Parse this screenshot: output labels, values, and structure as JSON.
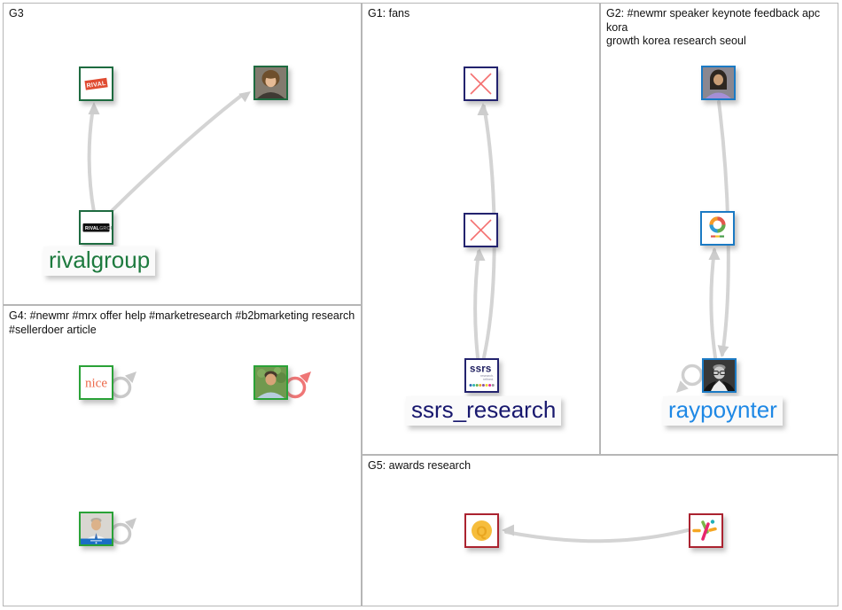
{
  "groups": {
    "g1": {
      "label": "G1: fans"
    },
    "g2": {
      "label": "G2: #newmr speaker keynote feedback apc kora\ngrowth korea research seoul"
    },
    "g3": {
      "label": "G3"
    },
    "g4": {
      "label": "G4: #newmr #mrx offer help #marketresearch #b2bmarketing research\n#sellerdoer article"
    },
    "g5": {
      "label": "G5: awards research"
    }
  },
  "vertex_labels": {
    "rivalgroup": "rivalgroup",
    "ssrs_research": "ssrs_research",
    "raypoynter": "raypoynter"
  },
  "logo_texts": {
    "rival_banner": "RIVAL",
    "rivalgroup_left": "RIVAL",
    "rivalgroup_right": "GROUP",
    "nice": "nice",
    "ssrs": "ssrs",
    "ssrs_tagline_1": "research.",
    "ssrs_tagline_2": "refined.",
    "q_badge": "Q"
  },
  "graph": {
    "type": "social-network-graph",
    "groups": [
      {
        "id": "G3",
        "nodes": [
          "rival-logo",
          "woman-portrait-1",
          "rivalgroup-logo"
        ]
      },
      {
        "id": "G1",
        "nodes": [
          "broken-image-1",
          "broken-image-2",
          "ssrs-logo"
        ]
      },
      {
        "id": "G2",
        "nodes": [
          "woman-portrait-2",
          "rainbow-ring-logo",
          "raypoynter-portrait"
        ]
      },
      {
        "id": "G4",
        "nodes": [
          "nice-logo",
          "man-portrait-1",
          "man-portrait-2"
        ]
      },
      {
        "id": "G5",
        "nodes": [
          "q-badge-logo",
          "asterisk-logo"
        ]
      }
    ],
    "edges": [
      {
        "from": "rivalgroup-logo",
        "to": "rival-logo"
      },
      {
        "from": "rivalgroup-logo",
        "to": "woman-portrait-1"
      },
      {
        "from": "ssrs-logo",
        "to": "broken-image-2"
      },
      {
        "from": "ssrs-logo",
        "to": "broken-image-1"
      },
      {
        "from": "woman-portrait-2",
        "to": "raypoynter-portrait"
      },
      {
        "from": "raypoynter-portrait",
        "to": "rainbow-ring-logo"
      },
      {
        "from": "asterisk-logo",
        "to": "q-badge-logo"
      },
      {
        "self_loop": "nice-logo",
        "color": "gray"
      },
      {
        "self_loop": "man-portrait-1",
        "color": "red"
      },
      {
        "self_loop": "man-portrait-2",
        "color": "gray"
      },
      {
        "self_loop": "raypoynter-portrait",
        "color": "gray"
      }
    ]
  },
  "colors": {
    "group_border": "#b6b6b6",
    "edge": "#d4d4d4",
    "edge_arrow": "#cdcdcd",
    "self_loop_red": "#ef7676",
    "node_border_g3": "#1e6b40",
    "node_border_g1": "#23236e",
    "node_border_g2": "#1b7ac4",
    "node_border_g4": "#2aa237",
    "node_border_g5": "#ab2330",
    "label_rivalgroup": "#1d7a3e",
    "label_ssrs": "#18186e",
    "label_raypoynter": "#1e88e5",
    "broken_x": "#f47070",
    "q_circle": "#f6bd3c"
  }
}
